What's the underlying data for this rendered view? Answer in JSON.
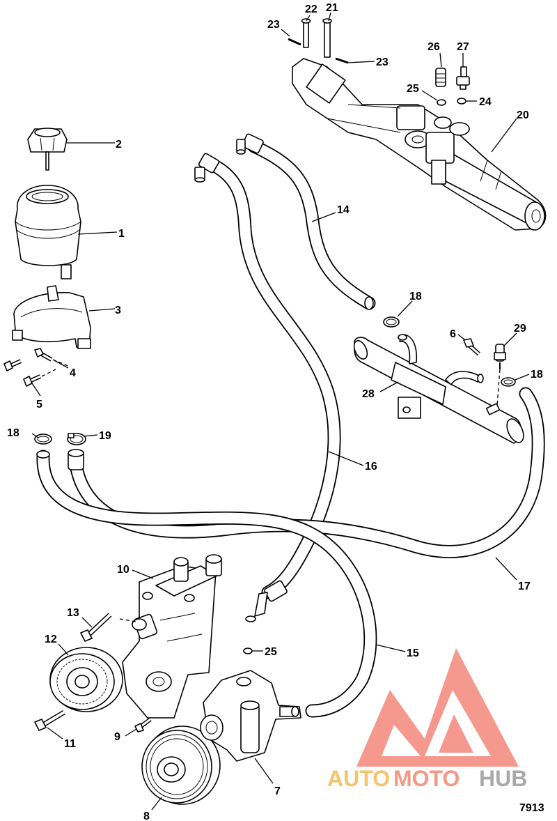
{
  "diagram_id": "7913",
  "watermark": {
    "text_1": "AUTO",
    "text_2": "MOTO",
    "text_3": "HUB",
    "colors": {
      "auto": "#f6c36d",
      "moto": "#f29a86",
      "hub": "#a9a9a9",
      "logo": "#f27a6d"
    }
  },
  "callouts": {
    "c1": "1",
    "c2": "2",
    "c3": "3",
    "c4": "4",
    "c5": "5",
    "c6": "6",
    "c7": "7",
    "c8": "8",
    "c9": "9",
    "c10": "10",
    "c11": "11",
    "c12": "12",
    "c13": "13",
    "c14": "14",
    "c15": "15",
    "c16": "16",
    "c17": "17",
    "c18a": "18",
    "c18b": "18",
    "c18c": "18",
    "c19": "19",
    "c20": "20",
    "c21": "21",
    "c22": "22",
    "c23a": "23",
    "c23b": "23",
    "c24": "24",
    "c25a": "25",
    "c25b": "25",
    "c26": "26",
    "c27": "27",
    "c28": "28",
    "c29": "29"
  }
}
